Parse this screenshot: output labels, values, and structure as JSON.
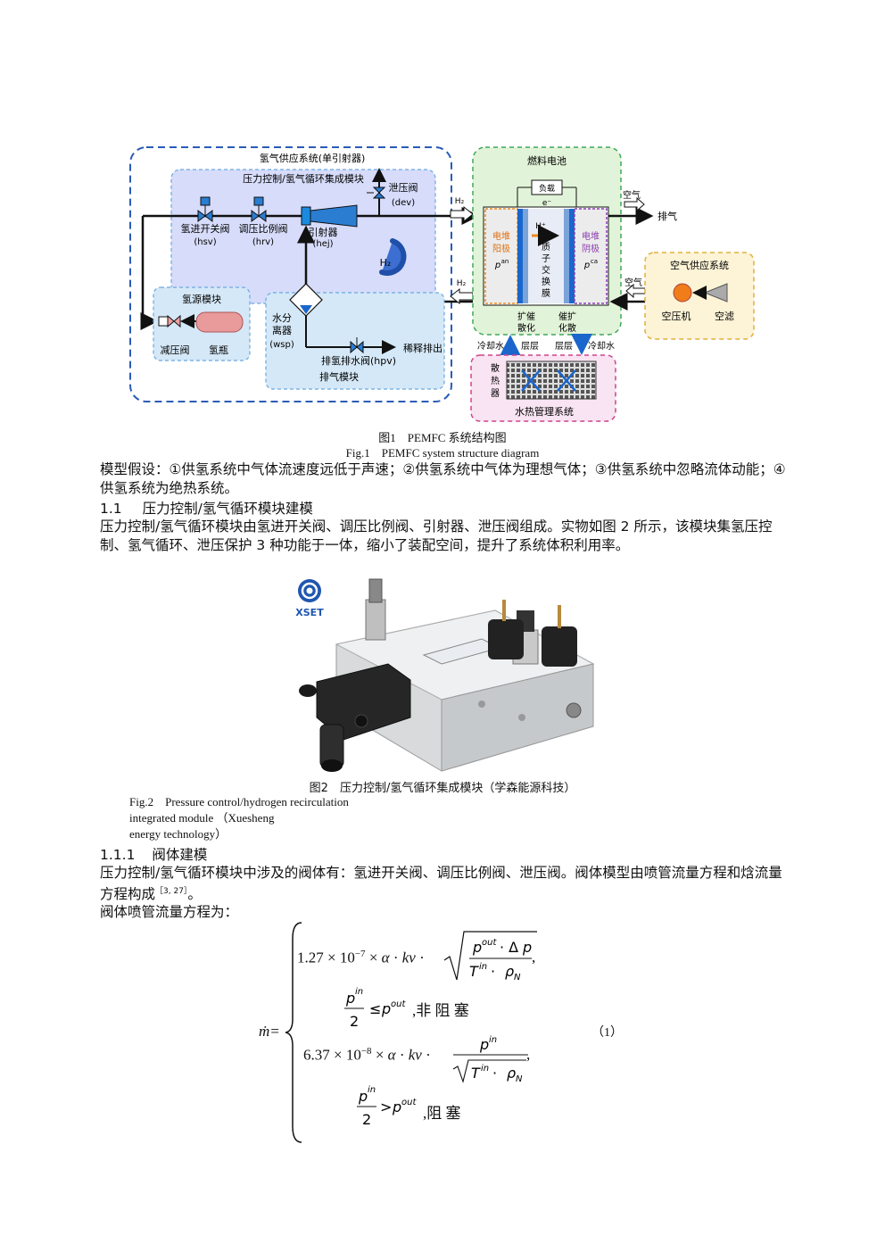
{
  "figure1": {
    "caption_cn": "图1　PEMFC 系统结构图",
    "caption_en": "Fig.1　PEMFC system structure diagram",
    "diagram": {
      "hydrogen_system_title": "氢气供应系统(单引射器)",
      "pressure_module_title": "压力控制/氢气循环集成模块",
      "relief_valve": "泄压阀",
      "relief_valve_abbr": "(dev)",
      "inlet_valve": "氢进开关阀",
      "inlet_valve_abbr": "(hsv)",
      "reg_valve": "调压比例阀",
      "reg_valve_abbr": "(hrv)",
      "ejector": "引射器",
      "ejector_abbr": "(hej)",
      "h2_loop": "H₂",
      "h2_in": "H₂",
      "h2_return": "H₂",
      "h2_source_title": "氢源模块",
      "reducer_valve": "减压阀",
      "h2_tank": "氢瓶",
      "separator": [
        "水分",
        "离器"
      ],
      "separator_abbr": "(wsp)",
      "drain_valve": "排氢排水阀(hpv)",
      "exhaust_module": "排气模块",
      "dilute_out": "稀释排出",
      "fuel_cell_title": "燃料电池",
      "load": "负载",
      "electron": "e⁻",
      "proton": "H⁺",
      "anode": [
        "电堆",
        "阳极"
      ],
      "anode_p": "p",
      "anode_sup": "an",
      "membrane": [
        "质",
        "子",
        "交",
        "换",
        "膜"
      ],
      "cathode": [
        "电堆",
        "阴极"
      ],
      "cathode_p": "p",
      "cathode_sup": "ca",
      "layers_left": [
        "扩催",
        "散化"
      ],
      "layers_right": [
        "催扩",
        "化散"
      ],
      "layer_word_left": "层层",
      "layer_word_right": "层层",
      "coolant_left": "冷却水",
      "coolant_right": "冷却水",
      "air_out_label": "空气",
      "exhaust": "排气",
      "air_in_label": "空气",
      "air_system_title": "空气供应系统",
      "compressor": "空压机",
      "air_filter": "空滤",
      "thermal_title": "水热管理系统",
      "radiator": [
        "散",
        "热",
        "器"
      ]
    }
  },
  "para1": "模型假设：①供氢系统中气体流速度远低于声速；②供氢系统中气体为理想气体；③供氢系统中忽略流体动能；④供氢系统为绝热系统。",
  "sec_1_1": {
    "num": "1.1",
    "title": "压力控制/氢气循环模块建模"
  },
  "para2": "压力控制/氢气循环模块由氢进开关阀、调压比例阀、引射器、泄压阀组成。实物如图 2 所示，该模块集氢压控制、氢气循环、泄压保护 3 种功能于一体，缩小了装配空间，提升了系统体积利用率。",
  "figure2": {
    "logo_text": "XSET",
    "caption_cn": "图2　压力控制/氢气循环集成模块（学森能源科技）",
    "caption_en_lines": [
      "Fig.2　Pressure control/hydrogen recirculation",
      "integrated module （Xuesheng",
      "energy technology）"
    ]
  },
  "sec_1_1_1": {
    "num": "1.1.1",
    "title": "阀体建模"
  },
  "para3": "压力控制/氢气循环模块中涉及的阀体有：氢进开关阀、调压比例阀、泄压阀。阀体模型由喷管流量方程和焓流量方程构成",
  "para3_ref": "［3, 27］",
  "para3_end": "。",
  "para4": "阀体喷管流量方程为：",
  "equation": {
    "lhs": "ṁ=",
    "c1": "1.27 × 10",
    "c1_exp": "−7",
    "c2": "6.37 × 10",
    "c2_exp": "−8",
    "cond1_text": ",非 阻 塞",
    "cond2_text": ",阻 塞",
    "number": "（1）"
  }
}
